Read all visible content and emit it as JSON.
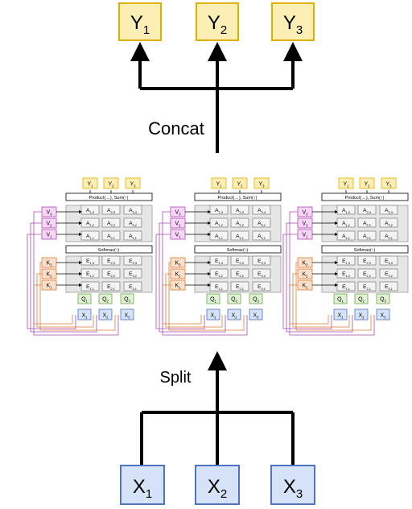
{
  "outputs": [
    {
      "base": "Y",
      "sub": "1"
    },
    {
      "base": "Y",
      "sub": "2"
    },
    {
      "base": "Y",
      "sub": "3"
    }
  ],
  "inputs": [
    {
      "base": "X",
      "sub": "1"
    },
    {
      "base": "X",
      "sub": "2"
    },
    {
      "base": "X",
      "sub": "3"
    }
  ],
  "concat_label": "Concat",
  "split_label": "Split",
  "head": {
    "outputs": [
      {
        "base": "Y",
        "sub": "1"
      },
      {
        "base": "Y",
        "sub": "2"
      },
      {
        "base": "Y",
        "sub": "3"
      }
    ],
    "product_label": "Product(→),  Sum(↑)",
    "softmax_label": "Softmax(↑)",
    "values": [
      {
        "base": "V",
        "sub": "3"
      },
      {
        "base": "V",
        "sub": "2"
      },
      {
        "base": "V",
        "sub": "1"
      }
    ],
    "keys": [
      {
        "base": "K",
        "sub": "3"
      },
      {
        "base": "K",
        "sub": "2"
      },
      {
        "base": "K",
        "sub": "1"
      }
    ],
    "queries": [
      {
        "base": "Q",
        "sub": "1"
      },
      {
        "base": "Q",
        "sub": "2"
      },
      {
        "base": "Q",
        "sub": "3"
      }
    ],
    "inputs": [
      {
        "base": "X",
        "sub": "1"
      },
      {
        "base": "X",
        "sub": "2"
      },
      {
        "base": "X",
        "sub": "3"
      }
    ],
    "a_grid": [
      [
        {
          "base": "A",
          "sub": "1,3"
        },
        {
          "base": "A",
          "sub": "2,3"
        },
        {
          "base": "A",
          "sub": "3,3"
        }
      ],
      [
        {
          "base": "A",
          "sub": "1,2"
        },
        {
          "base": "A",
          "sub": "2,2"
        },
        {
          "base": "A",
          "sub": "3,2"
        }
      ],
      [
        {
          "base": "A",
          "sub": "1,1"
        },
        {
          "base": "A",
          "sub": "2,1"
        },
        {
          "base": "A",
          "sub": "3,1"
        }
      ]
    ],
    "e_grid": [
      [
        {
          "base": "E",
          "sub": "1,3"
        },
        {
          "base": "E",
          "sub": "2,3"
        },
        {
          "base": "E",
          "sub": "3,3"
        }
      ],
      [
        {
          "base": "E",
          "sub": "1,2"
        },
        {
          "base": "E",
          "sub": "2,2"
        },
        {
          "base": "E",
          "sub": "3,2"
        }
      ],
      [
        {
          "base": "E",
          "sub": "1,1"
        },
        {
          "base": "E",
          "sub": "2,1"
        },
        {
          "base": "E",
          "sub": "3,1"
        }
      ]
    ]
  },
  "head_count": 3,
  "colors": {
    "y_fill": "#fdefb4",
    "y_stroke": "#e0b000",
    "x_fill": "#d6e2f7",
    "x_stroke": "#4f74bd",
    "v_fill": "#f6d5f6",
    "v_stroke": "#b04ab0",
    "k_fill": "#fbe0cc",
    "k_stroke": "#e07a30",
    "q_fill": "#e2f1d4",
    "q_stroke": "#6aa84f",
    "grid_fill": "#e6e6e6",
    "grid_stroke": "#9a9a9a",
    "line": "#000000"
  }
}
